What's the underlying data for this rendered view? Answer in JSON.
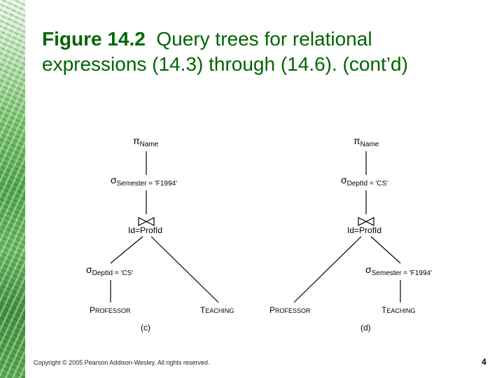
{
  "slide": {
    "title_bold": "Figure 14.2",
    "title_rest": "Query trees for relational",
    "title_line2": "expressions (14.3) through (14.6). (cont’d)",
    "footer": "Copyright © 2005 Pearson Addison-Wesley. All rights reserved.",
    "page_number": "4"
  },
  "tree_c": {
    "project_symbol": "π",
    "project_sub": "Name",
    "select1_symbol": "σ",
    "select1_sub": "Semester = 'F1994'",
    "join_condition": "Id=ProfId",
    "select2_symbol": "σ",
    "select2_sub": "DeptId = 'CS'",
    "left_leaf_first": "P",
    "left_leaf_rest": "ROFESSOR",
    "right_leaf_first": "T",
    "right_leaf_rest": "EACHING",
    "caption": "(c)"
  },
  "tree_d": {
    "project_symbol": "π",
    "project_sub": "Name",
    "select1_symbol": "σ",
    "select1_sub": "DeptId = 'CS'",
    "join_condition": "Id=ProfId",
    "select2_symbol": "σ",
    "select2_sub": "Semester = 'F1994'",
    "left_leaf_first": "P",
    "left_leaf_rest": "ROFESSOR",
    "right_leaf_first": "T",
    "right_leaf_rest": "EACHING",
    "caption": "(d)"
  }
}
